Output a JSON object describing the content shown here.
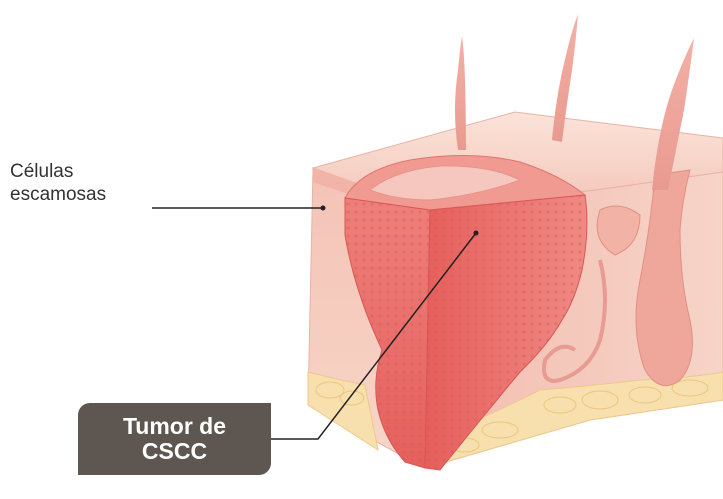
{
  "labels": {
    "squamous_line1": "Células",
    "squamous_line2": "escamosas",
    "tumor_line1": "Tumor de",
    "tumor_line2": "CSCC"
  },
  "colors": {
    "tumor": "#e9706c",
    "skin": "#f6d2c7",
    "fat": "#f7dca6",
    "label_box": "#5e5650",
    "leader_line": "#222222"
  }
}
